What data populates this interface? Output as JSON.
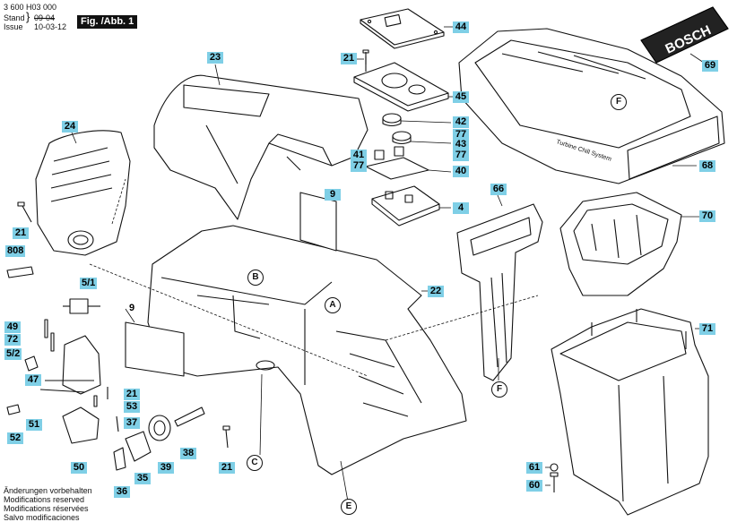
{
  "header": {
    "doc_number": "3 600 H03 000",
    "stand_label": "Stand",
    "issue_label": "Issue",
    "date_old": "09-04",
    "date_new": "10-03-12",
    "figure": "Fig. /Abb. 1"
  },
  "footer": {
    "line1": "Änderungen vorbehalten",
    "line2": "Modifications reserved",
    "line3": "Modifications réservées",
    "line4": "Salvo modificaciones"
  },
  "part_numbers": [
    "44",
    "21",
    "45",
    "23",
    "42",
    "77",
    "43",
    "41",
    "77",
    "77",
    "40",
    "24",
    "4",
    "66",
    "9",
    "69",
    "68",
    "70",
    "21",
    "808",
    "22",
    "5/1",
    "9",
    "49",
    "72",
    "5/2",
    "47",
    "21",
    "53",
    "51",
    "37",
    "52",
    "38",
    "21",
    "50",
    "39",
    "35",
    "36",
    "71",
    "61",
    "60"
  ],
  "detail_markers": [
    "F",
    "B",
    "A",
    "C",
    "E",
    "F"
  ],
  "product_text": {
    "brand": "BOSCH",
    "model": "Turbine Chill System"
  },
  "colors": {
    "tag_fill": "#7fcfe6",
    "line": "#111111"
  }
}
